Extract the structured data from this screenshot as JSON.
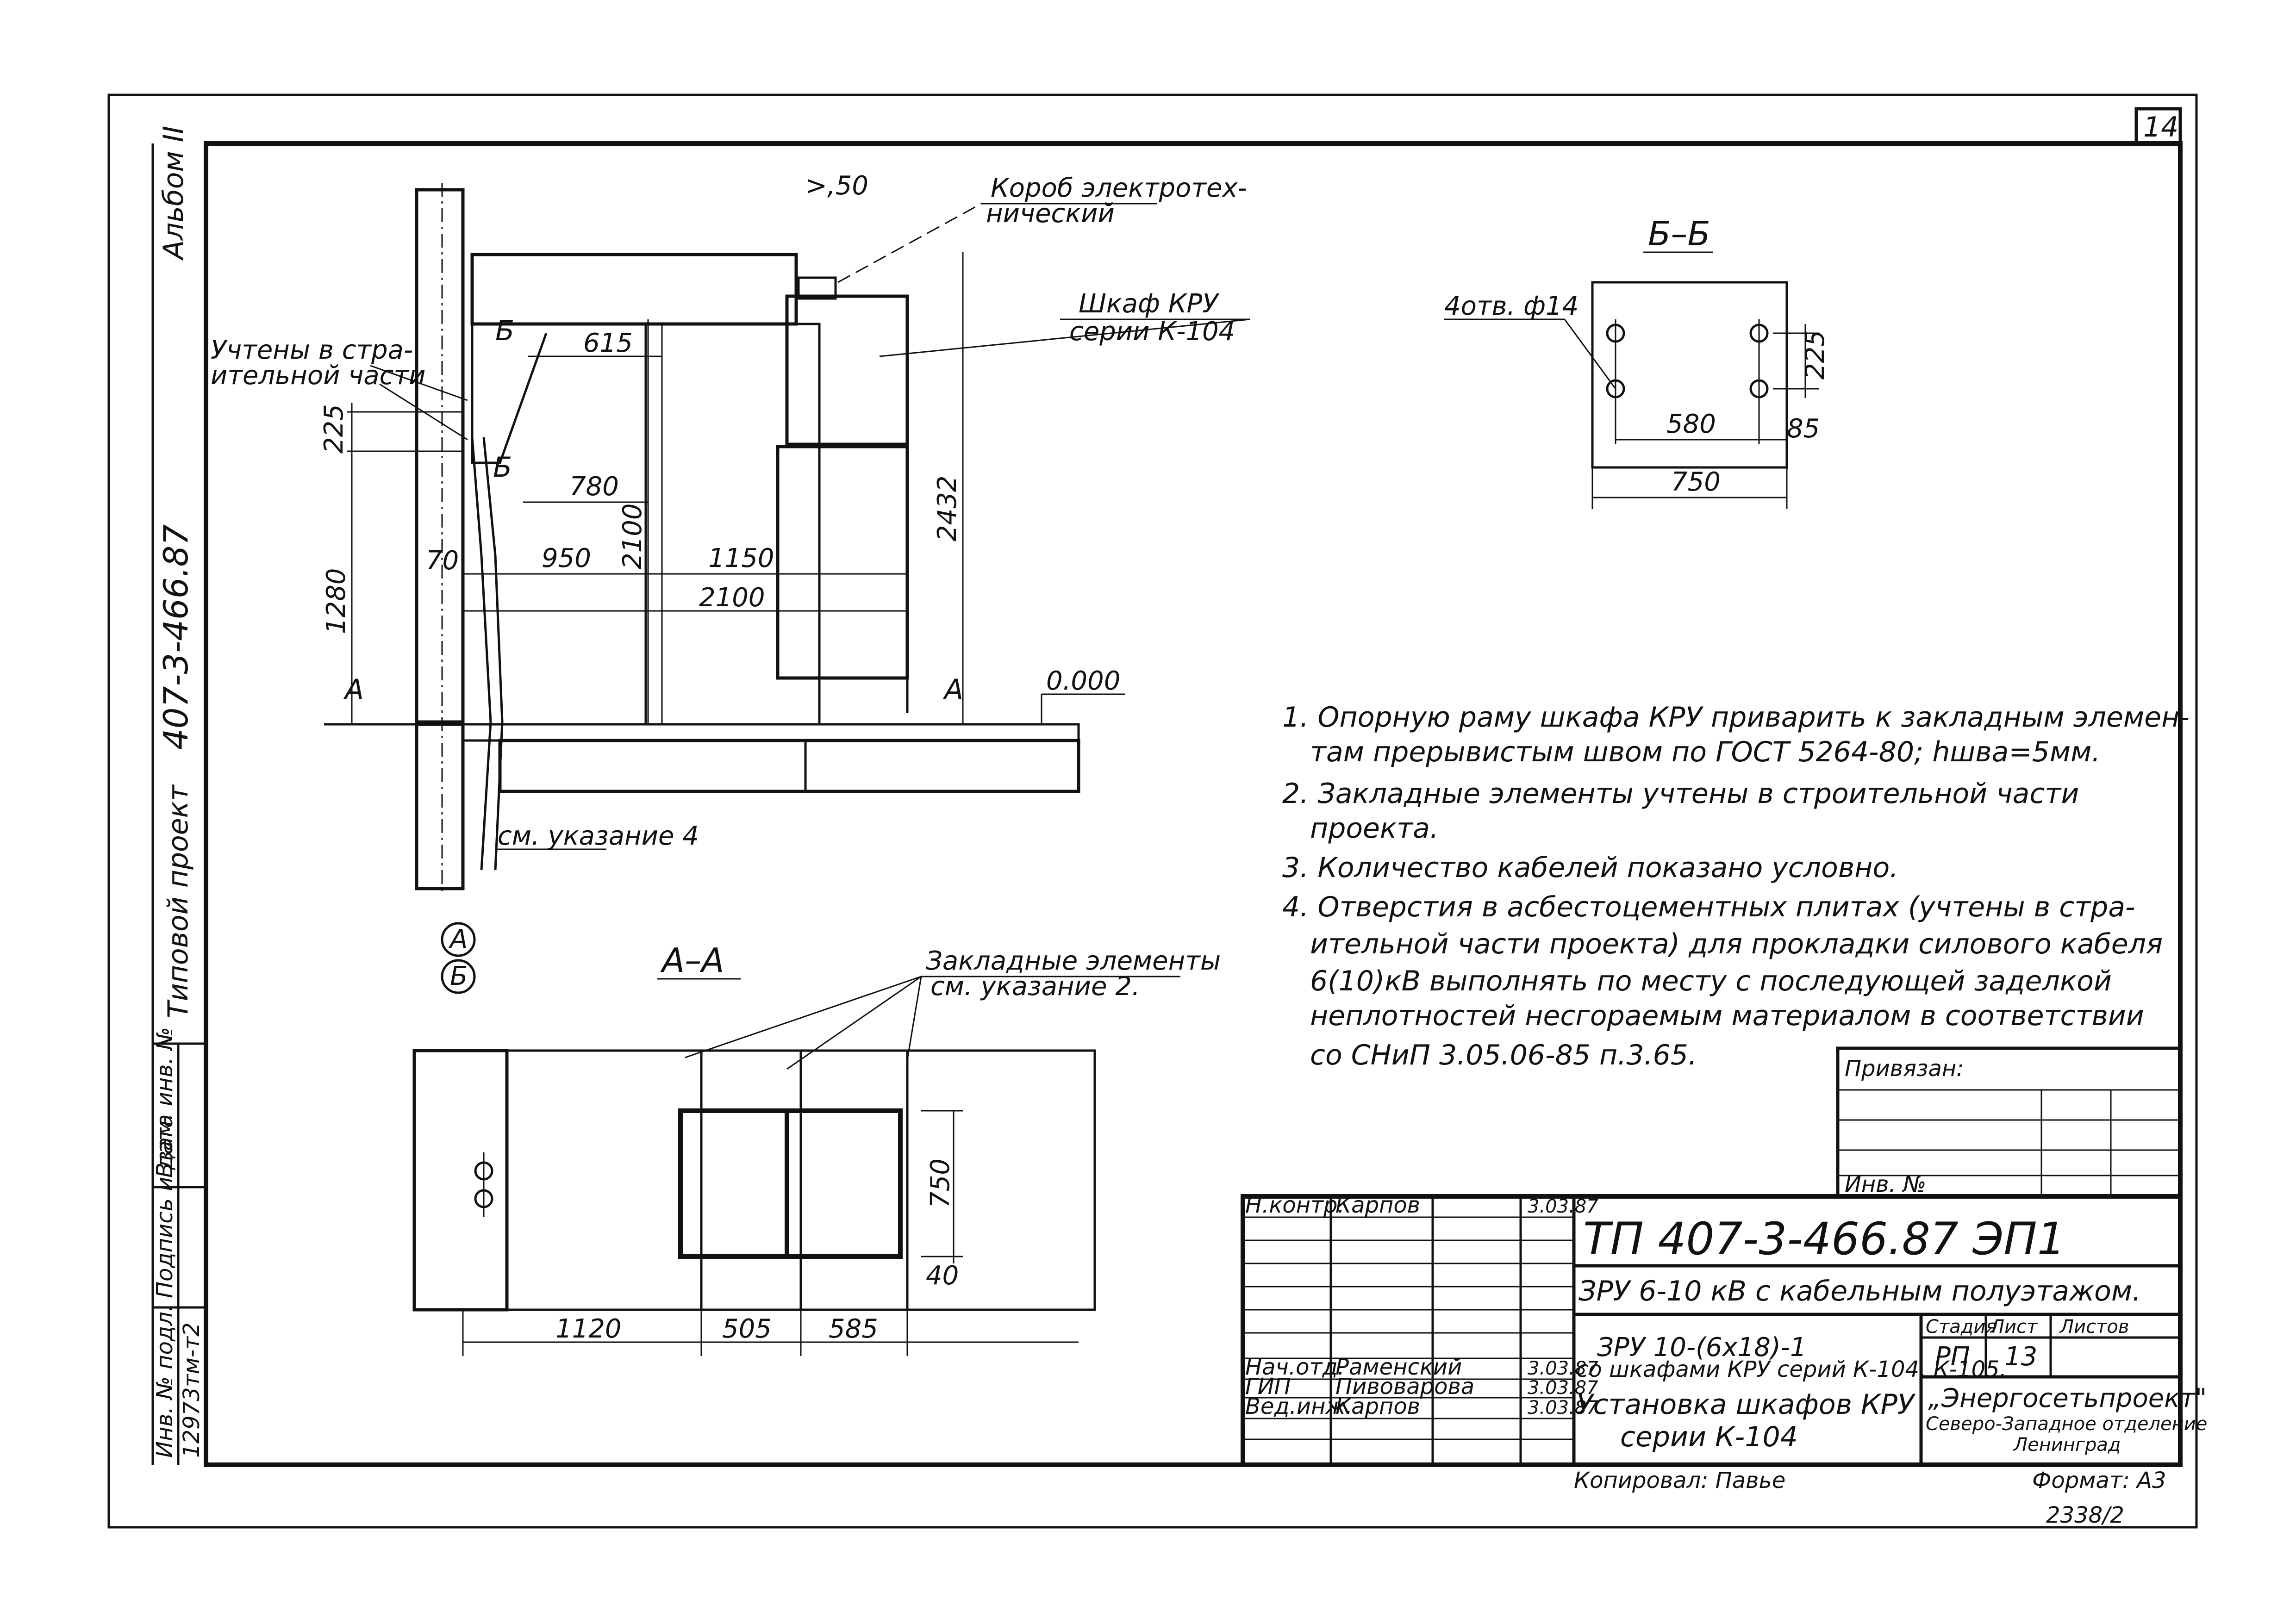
{
  "sheet_number": "14",
  "side_margin": {
    "album": "Альбом II",
    "project_code": "407-3-466.87",
    "project_type": "Типовой проект",
    "inv_podl_label": "Инв. № подл.",
    "inv_podl_value": "12973тм-т2",
    "signature_date_label": "Подпись и дата",
    "vzam_label": "Взам. инв. №"
  },
  "elevation": {
    "label_kabel_box": "Короб электротех-\nнический",
    "label_cabinet": "Шкаф КРУ",
    "label_cabinet_series": "серии К-104",
    "label_construction_1": "Учтены в стра-",
    "label_construction_2": "ительной части",
    "dim_ge50": ">,50",
    "dim_615": "615",
    "dim_225": "225",
    "dim_780": "780",
    "dim_2100v": "2100",
    "dim_2432": "2432",
    "dim_70": "70",
    "dim_950": "950",
    "dim_1150": "1150",
    "dim_2100": "2100",
    "dim_1280": "1280",
    "level": "0.000",
    "section_a": "А",
    "section_b": "Б",
    "see_note_4": "см. указание 4",
    "axis_a": "А",
    "axis_b": "Б"
  },
  "section_bb": {
    "title": "Б–Б",
    "holes_label": "4отв. ф14",
    "dim_225": "225",
    "dim_580": "580",
    "dim_85": "85",
    "dim_750": "750"
  },
  "section_aa": {
    "title": "А–А",
    "embedded_label": "Закладные элементы",
    "see_note_2": "см. указание 2.",
    "dim_750": "750",
    "dim_40": "40",
    "dim_1120": "1120",
    "dim_505": "505",
    "dim_585": "585"
  },
  "notes": [
    "1. Опорную раму шкафа КРУ приварить к закладным элемен-",
    "там прерывистым швом по ГОСТ 5264-80; hшва=5мм.",
    "2. Закладные элементы учтены в строительной части",
    "проекта.",
    "3. Количество кабелей показано условно.",
    "4. Отверстия в асбестоцементных плитах (учтены в стра-",
    "ительной части проекта) для прокладки силового кабеля",
    "6(10)кВ выполнять по месту с последующей заделкой",
    "неплотностей несгораемым материалом в соответствии",
    "со СНиП 3.05.06-85 п.3.65."
  ],
  "title_block": {
    "privyazan": "Привязан:",
    "inv_no": "Инв. №",
    "designation": "ТП 407-3-466.87 ЭП1",
    "object_name": "ЗРУ 6-10 кВ с кабельным полуэтажом.",
    "subtitle_1": "ЗРУ 10-(6х18)-1",
    "subtitle_2": "со шкафами КРУ серий К-104, К-105.",
    "sheet_title_1": "Установка шкафов КРУ",
    "sheet_title_2": "серии К-104",
    "stage_label": "Стадия",
    "sheet_label": "Лист",
    "sheets_label": "Листов",
    "stage": "РП",
    "sheet": "13",
    "sheets": "",
    "org_1": "„Энергосетьпроект\"",
    "org_2": "Северо-Западное отделение",
    "org_3": "Ленинград",
    "roles": [
      {
        "role": "Н.контр.",
        "name": "Карпов",
        "date": "3.03.87"
      },
      {
        "role": "Нач.отд.",
        "name": "Раменский",
        "date": "3.03.87"
      },
      {
        "role": "ГИП",
        "name": "Пивоварова",
        "date": "3.03.87"
      },
      {
        "role": "Вед.инж.",
        "name": "Карпов",
        "date": "3.03.87"
      }
    ],
    "copied_by": "Копировал: Павье",
    "format": "Формат: А3",
    "archive_no": "2338/2"
  }
}
